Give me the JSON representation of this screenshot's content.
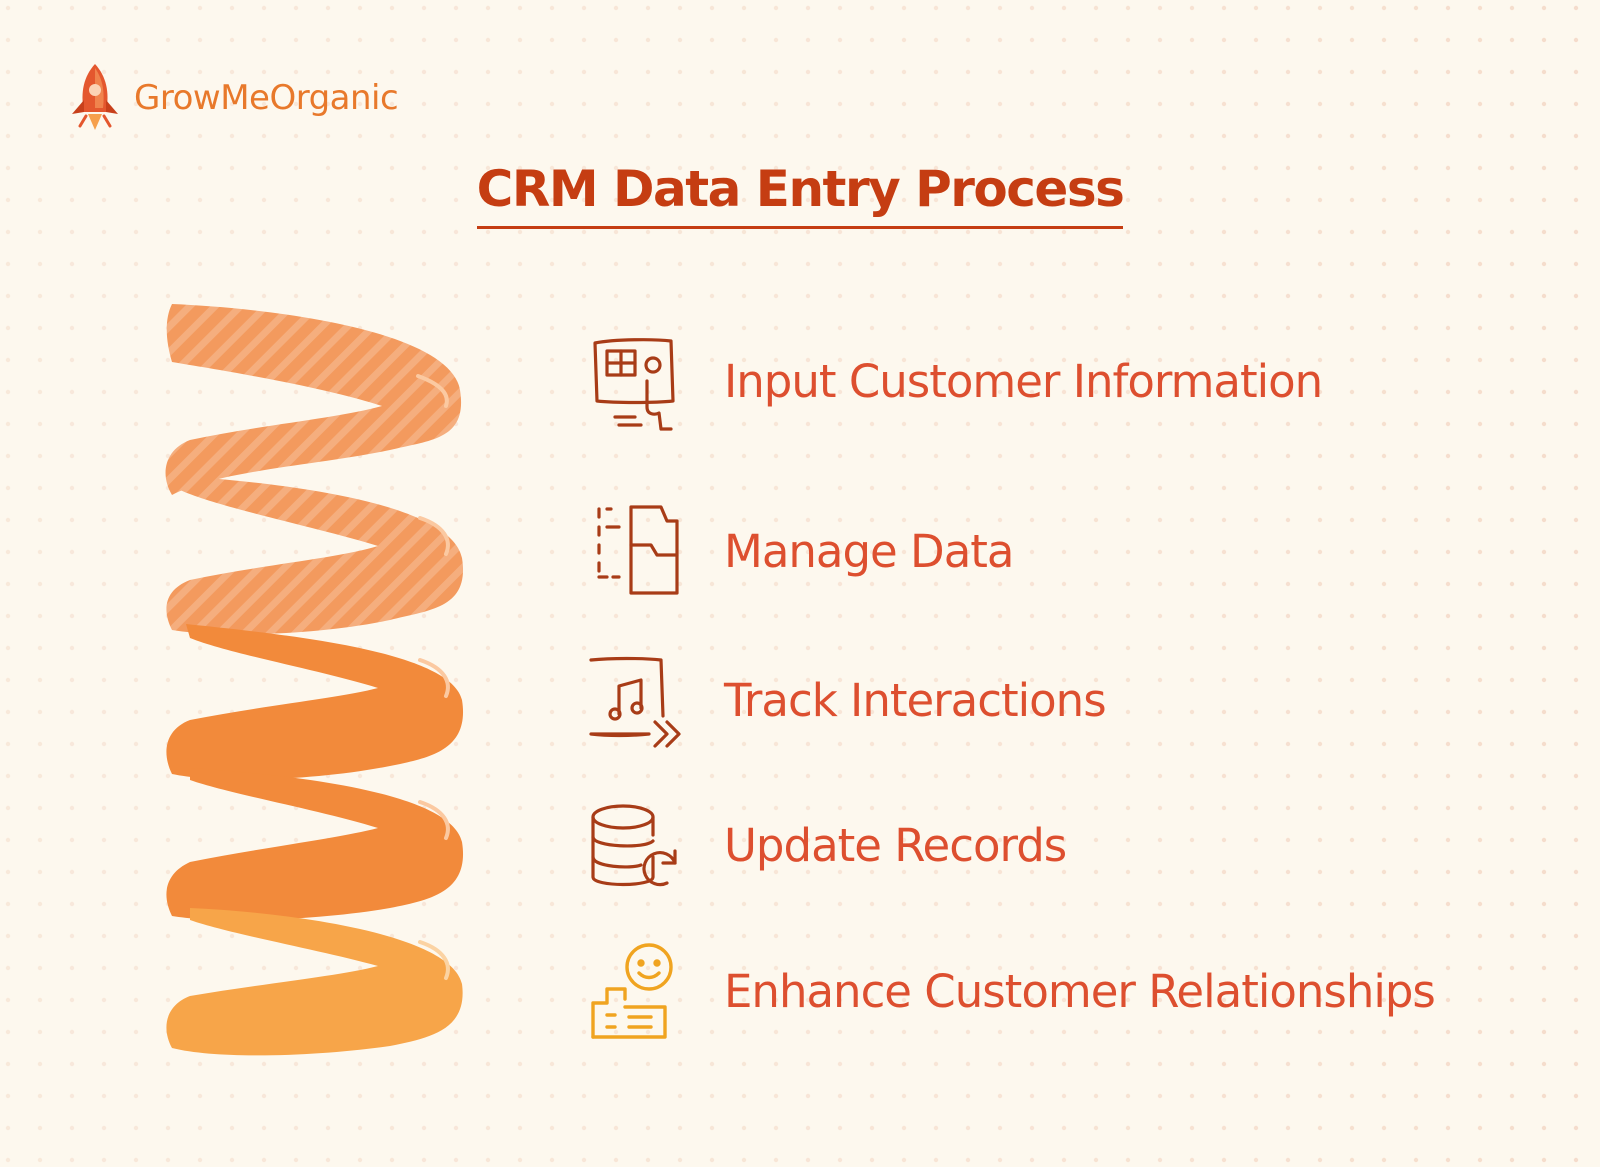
{
  "brand": {
    "name": "GrowMeOrganic",
    "logo_icon": "rocket-icon"
  },
  "title": "CRM Data Entry Process",
  "steps": [
    {
      "label": "Input Customer Information",
      "icon": "customer-profile-icon"
    },
    {
      "label": "Manage Data",
      "icon": "folder-data-icon"
    },
    {
      "label": "Track Interactions",
      "icon": "media-forward-icon"
    },
    {
      "label": "Update Records",
      "icon": "database-sync-icon"
    },
    {
      "label": "Enhance Customer Relationships",
      "icon": "smiley-relationship-icon"
    }
  ],
  "colors": {
    "background": "#fdf8ee",
    "title": "#c53d12",
    "label": "#dd4f2f",
    "icon_dark": "#a83c17",
    "icon_light": "#f0a420",
    "spiral_top": "#f39a5e",
    "spiral_mid": "#f28a3b",
    "spiral_bottom": "#f7a549"
  }
}
